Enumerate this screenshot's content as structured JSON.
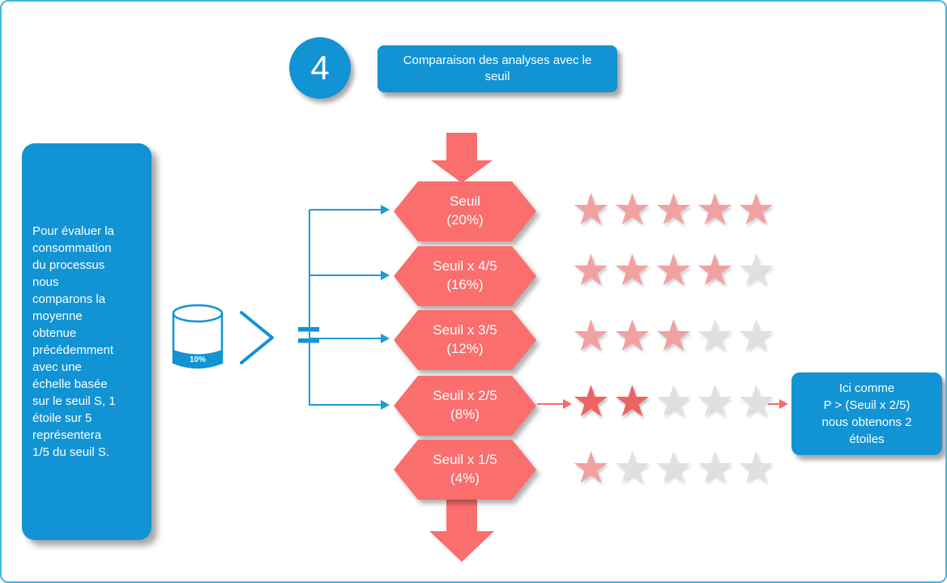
{
  "step_badge": {
    "number": "4"
  },
  "title_box": {
    "text": "Comparaison des analyses avec le\nseuil"
  },
  "left_panel": {
    "text": "Pour évaluer la\nconsommation\ndu processus\nnous\ncomparons la\nmoyenne\nobtenue\nprécédemment\n avec une\néchelle basée\nsur le seuil S, 1\nétoile sur 5\nreprésentera\n1/5 du seuil S."
  },
  "cylinder": {
    "label": "10%"
  },
  "operators": {
    "compare": ">",
    "equals": "="
  },
  "hexagons": [
    {
      "line1": "Seuil",
      "line2": "(20%)",
      "stars": 5,
      "highlight": false
    },
    {
      "line1": "Seuil x 4/5",
      "line2": "(16%)",
      "stars": 4,
      "highlight": false
    },
    {
      "line1": "Seuil x 3/5",
      "line2": "(12%)",
      "stars": 3,
      "highlight": false
    },
    {
      "line1": "Seuil x 2/5",
      "line2": "(8%)",
      "stars": 2,
      "highlight": true
    },
    {
      "line1": "Seuil x 1/5",
      "line2": "(4%)",
      "stars": 1,
      "highlight": false
    }
  ],
  "result_box": {
    "text": "Ici comme\nP > (Seuil x 2/5)\nnous obtenons 2\nétoiles"
  },
  "icons": {
    "star": "★"
  },
  "colors": {
    "accent_blue": "#1193d4",
    "connector_blue": "#1e9cd7",
    "hexagon_red": "#fa6e6e",
    "star_light": "#f2a1a1",
    "star_strong": "#ee6262",
    "star_empty": "#e0e0e0",
    "border_blue": "#45b5e8"
  }
}
